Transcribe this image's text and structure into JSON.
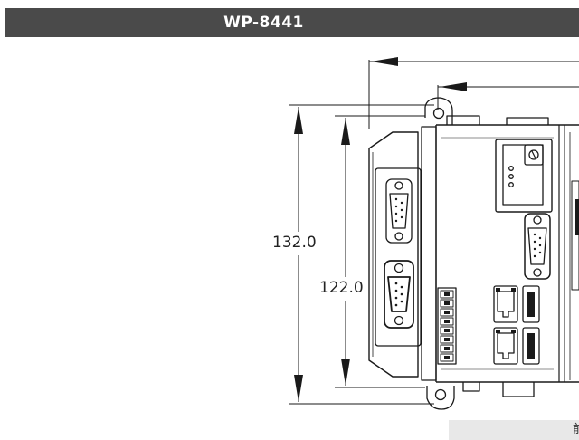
{
  "header": {
    "title": "WP-8441"
  },
  "dimensions": {
    "outer_height": "132.0",
    "inner_height": "122.0"
  },
  "footer": {
    "caption": "前"
  },
  "colors": {
    "title_bar": "#4a4a4a",
    "outline": "#1a1a1a",
    "caption_bar": "#e8e8e8"
  }
}
